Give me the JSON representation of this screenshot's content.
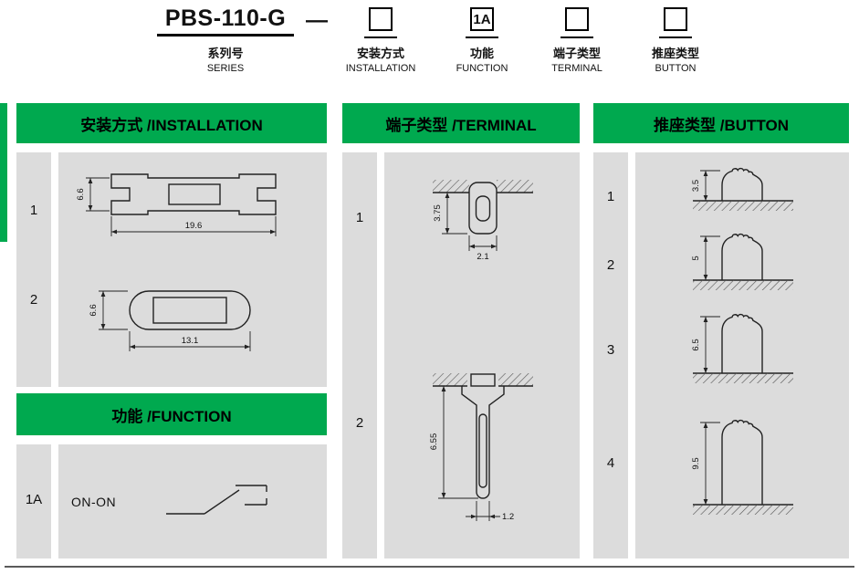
{
  "colors": {
    "green": "#00a94f",
    "panel": "#dcdcdc",
    "line": "#222222"
  },
  "code_legend": {
    "series_value": "PBS-110-G",
    "separator": "—",
    "series_label": {
      "zh": "系列号",
      "en": "SERIES"
    },
    "slots": [
      {
        "value": "",
        "zh": "安装方式",
        "en": "INSTALLATION"
      },
      {
        "value": "1A",
        "zh": "功能",
        "en": "FUNCTION"
      },
      {
        "value": "",
        "zh": "端子类型",
        "en": "TERMINAL"
      },
      {
        "value": "",
        "zh": "推座类型",
        "en": "BUTTON"
      }
    ]
  },
  "sections": {
    "installation": {
      "title": "安装方式 /INSTALLATION",
      "rows": [
        {
          "num": "1",
          "dim_height": "6.6",
          "dim_length": "19.6"
        },
        {
          "num": "2",
          "dim_height": "6.6",
          "dim_length": "13.1"
        }
      ]
    },
    "function": {
      "title": "功能 /FUNCTION",
      "rows": [
        {
          "num": "1A",
          "label": "ON-ON"
        }
      ]
    },
    "terminal": {
      "title": "端子类型 /TERMINAL",
      "rows": [
        {
          "num": "1",
          "dim_height": "3.75",
          "dim_width": "2.1"
        },
        {
          "num": "2",
          "dim_height": "6.55",
          "dim_width": "1.2"
        }
      ]
    },
    "button": {
      "title": "推座类型 /BUTTON",
      "rows": [
        {
          "num": "1",
          "dim_height": "3.5"
        },
        {
          "num": "2",
          "dim_height": "5"
        },
        {
          "num": "3",
          "dim_height": "6.5"
        },
        {
          "num": "4",
          "dim_height": "9.5"
        }
      ]
    }
  }
}
